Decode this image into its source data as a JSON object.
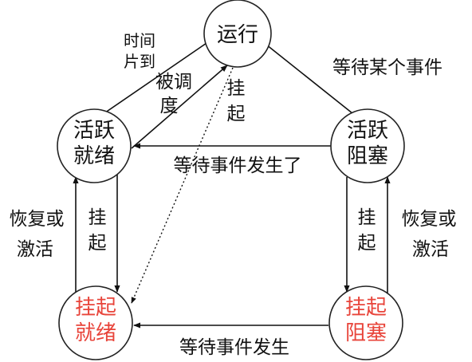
{
  "colors": {
    "normal_text": "#111111",
    "suspended_text": "#e8443a",
    "line": "#111111"
  },
  "states": {
    "running": {
      "line1": "运行"
    },
    "active_ready": {
      "line1": "活跃",
      "line2": "就绪"
    },
    "active_blocked": {
      "line1": "活跃",
      "line2": "阻塞"
    },
    "suspended_ready": {
      "line1": "挂起",
      "line2": "就绪"
    },
    "suspended_blocked": {
      "line1": "挂起",
      "line2": "阻塞"
    }
  },
  "transitions": {
    "timeslice": {
      "line1": "时间",
      "line2": "片到"
    },
    "dispatched": {
      "line1": "被调",
      "line2": "度"
    },
    "suspend_running": {
      "line1": "挂",
      "line2": "起"
    },
    "wait_event": {
      "text": "等待某个事件"
    },
    "event_occurred_active": {
      "text": "等待事件发生了"
    },
    "suspend_ready": {
      "line1": "挂",
      "line2": "起"
    },
    "suspend_blocked": {
      "line1": "挂",
      "line2": "起"
    },
    "resume_left": {
      "line1": "恢复或",
      "line2": "激活"
    },
    "resume_right": {
      "line1": "恢复或",
      "line2": "激活"
    },
    "event_occurred_suspended": {
      "text": "等待事件发生"
    }
  }
}
